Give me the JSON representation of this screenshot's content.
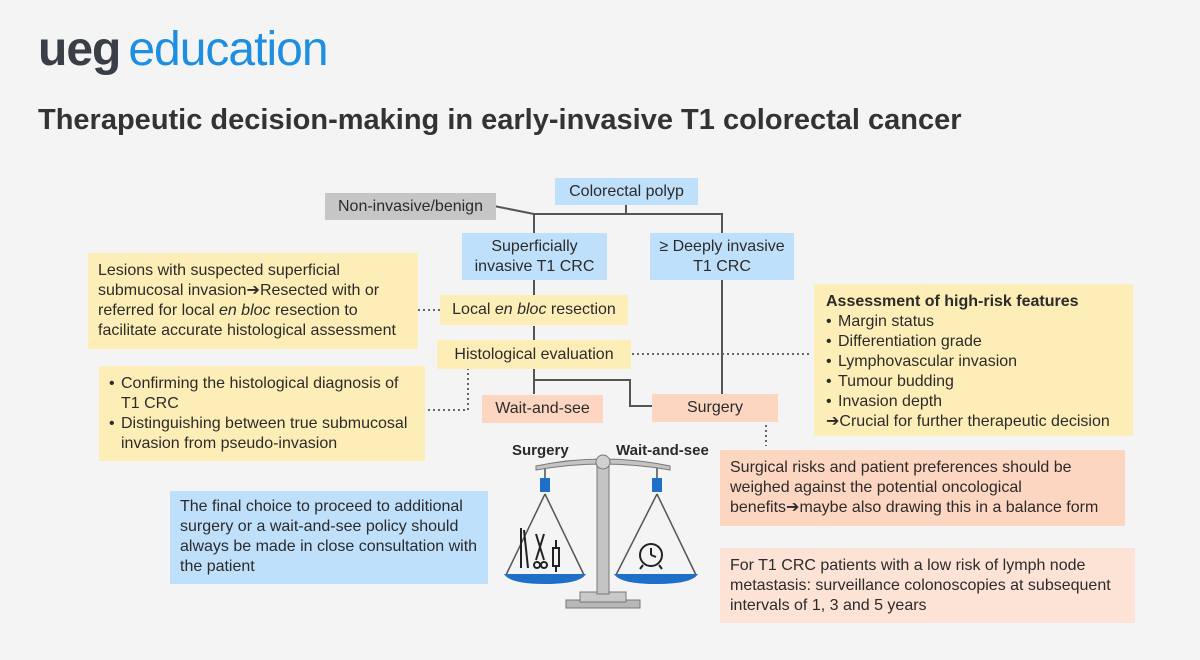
{
  "brand": {
    "part1": "ueg",
    "part2": "education"
  },
  "title": "Therapeutic decision-making in early-invasive T1 colorectal cancer",
  "nodes": {
    "polyp": "Colorectal polyp",
    "benign": "Non-invasive/benign",
    "superficial": "Superficially invasive T1 CRC",
    "deep": "≥ Deeply invasive T1 CRC",
    "resection_pre": "Local ",
    "resection_em": "en bloc",
    "resection_post": " resection",
    "histology": "Histological evaluation",
    "wait": "Wait-and-see",
    "surgery": "Surgery"
  },
  "notes": {
    "lesions": {
      "p1": "Lesions with suspected superficial submucosal invasion",
      "arrow": "➔",
      "p2": "Resected with or referred for local ",
      "em": "en bloc",
      "p3": " resection to facilitate accurate histological assessment"
    },
    "confirm": {
      "items": [
        "Confirming the histological diagnosis of T1 CRC",
        "Distinguishing between true submucosal invasion from pseudo-invasion"
      ]
    },
    "assessment": {
      "heading": "Assessment of high-risk features",
      "items": [
        "Margin status",
        "Differentiation grade",
        "Lymphovascular invasion",
        "Tumour budding",
        "Invasion depth"
      ],
      "arrow": "➔",
      "conclusion": "Crucial for further therapeutic decision"
    },
    "risks": {
      "p1": "Surgical risks and patient preferences should be weighed against the potential oncological benefits",
      "arrow": "➔",
      "p2": "maybe also drawing this in a balance form"
    },
    "surveillance": "For T1 CRC patients with a low risk of lymph node metastasis:  surveillance colonoscopies at subsequent intervals of 1, 3 and 5 years",
    "final": "The final choice to proceed to additional surgery or a wait-and-see policy should always be made in close consultation with the patient"
  },
  "balance": {
    "left_label": "Surgery",
    "right_label": "Wait-and-see"
  },
  "colors": {
    "blue": "#bfe0fb",
    "grey": "#c6c6c6",
    "yellow": "#fdeeb7",
    "orange": "#fdd6c1",
    "peach": "#fde3d6",
    "accent": "#1e8fe0"
  }
}
